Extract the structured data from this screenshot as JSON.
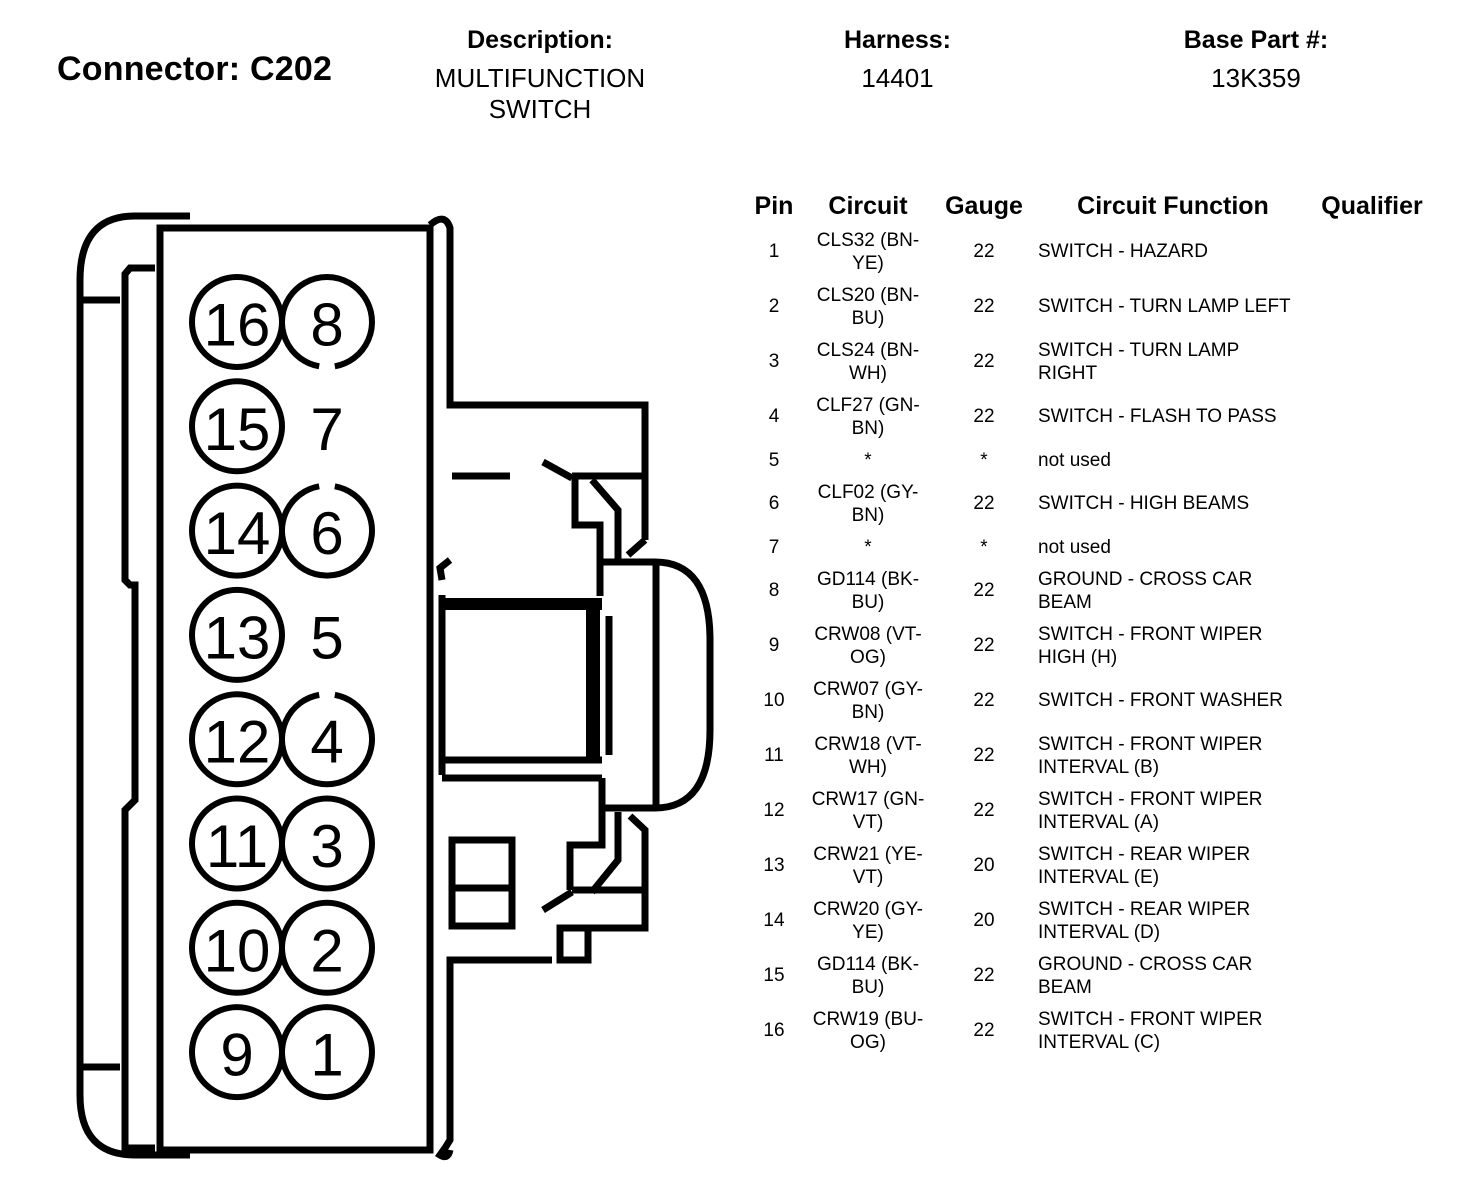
{
  "header": {
    "connector_title": "Connector: C202",
    "description_label": "Description:",
    "description_value": "MULTIFUNCTION SWITCH",
    "harness_label": "Harness:",
    "harness_value": "14401",
    "base_part_label": "Base Part #:",
    "base_part_value": "13K359"
  },
  "table": {
    "columns": [
      "Pin",
      "Circuit",
      "Gauge",
      "Circuit Function",
      "Qualifier"
    ],
    "rows": [
      {
        "pin": "1",
        "circuit": "CLS32 (BN-YE)",
        "gauge": "22",
        "function": "SWITCH - HAZARD",
        "qualifier": ""
      },
      {
        "pin": "2",
        "circuit": "CLS20 (BN-BU)",
        "gauge": "22",
        "function": "SWITCH - TURN LAMP LEFT",
        "qualifier": ""
      },
      {
        "pin": "3",
        "circuit": "CLS24 (BN-WH)",
        "gauge": "22",
        "function": "SWITCH - TURN LAMP RIGHT",
        "qualifier": ""
      },
      {
        "pin": "4",
        "circuit": "CLF27 (GN-BN)",
        "gauge": "22",
        "function": "SWITCH - FLASH TO PASS",
        "qualifier": ""
      },
      {
        "pin": "5",
        "circuit": "*",
        "gauge": "*",
        "function": "not used",
        "qualifier": ""
      },
      {
        "pin": "6",
        "circuit": "CLF02 (GY-BN)",
        "gauge": "22",
        "function": "SWITCH - HIGH BEAMS",
        "qualifier": ""
      },
      {
        "pin": "7",
        "circuit": "*",
        "gauge": "*",
        "function": "not used",
        "qualifier": ""
      },
      {
        "pin": "8",
        "circuit": "GD114 (BK-BU)",
        "gauge": "22",
        "function": "GROUND - CROSS CAR BEAM",
        "qualifier": ""
      },
      {
        "pin": "9",
        "circuit": "CRW08 (VT-OG)",
        "gauge": "22",
        "function": "SWITCH - FRONT WIPER HIGH (H)",
        "qualifier": ""
      },
      {
        "pin": "10",
        "circuit": "CRW07 (GY-BN)",
        "gauge": "22",
        "function": "SWITCH - FRONT WASHER",
        "qualifier": ""
      },
      {
        "pin": "11",
        "circuit": "CRW18 (VT-WH)",
        "gauge": "22",
        "function": "SWITCH - FRONT WIPER INTERVAL (B)",
        "qualifier": ""
      },
      {
        "pin": "12",
        "circuit": "CRW17 (GN-VT)",
        "gauge": "22",
        "function": "SWITCH - FRONT WIPER INTERVAL (A)",
        "qualifier": ""
      },
      {
        "pin": "13",
        "circuit": "CRW21 (YE-VT)",
        "gauge": "20",
        "function": "SWITCH - REAR WIPER INTERVAL (E)",
        "qualifier": ""
      },
      {
        "pin": "14",
        "circuit": "CRW20 (GY-YE)",
        "gauge": "20",
        "function": "SWITCH - REAR WIPER INTERVAL (D)",
        "qualifier": ""
      },
      {
        "pin": "15",
        "circuit": "GD114 (BK-BU)",
        "gauge": "22",
        "function": "GROUND - CROSS CAR BEAM",
        "qualifier": ""
      },
      {
        "pin": "16",
        "circuit": "CRW19 (BU-OG)",
        "gauge": "22",
        "function": "SWITCH - FRONT WIPER INTERVAL (C)",
        "qualifier": ""
      }
    ]
  },
  "connector_face": {
    "left_column_pins": [
      "16",
      "15",
      "14",
      "13",
      "12",
      "11",
      "10",
      "9"
    ],
    "right_column_pins": [
      "8",
      "7",
      "6",
      "5",
      "4",
      "3",
      "2",
      "1"
    ],
    "unpopulated_pins": [
      "7",
      "5"
    ],
    "open_circle_pins": [
      "8",
      "6",
      "4"
    ]
  }
}
